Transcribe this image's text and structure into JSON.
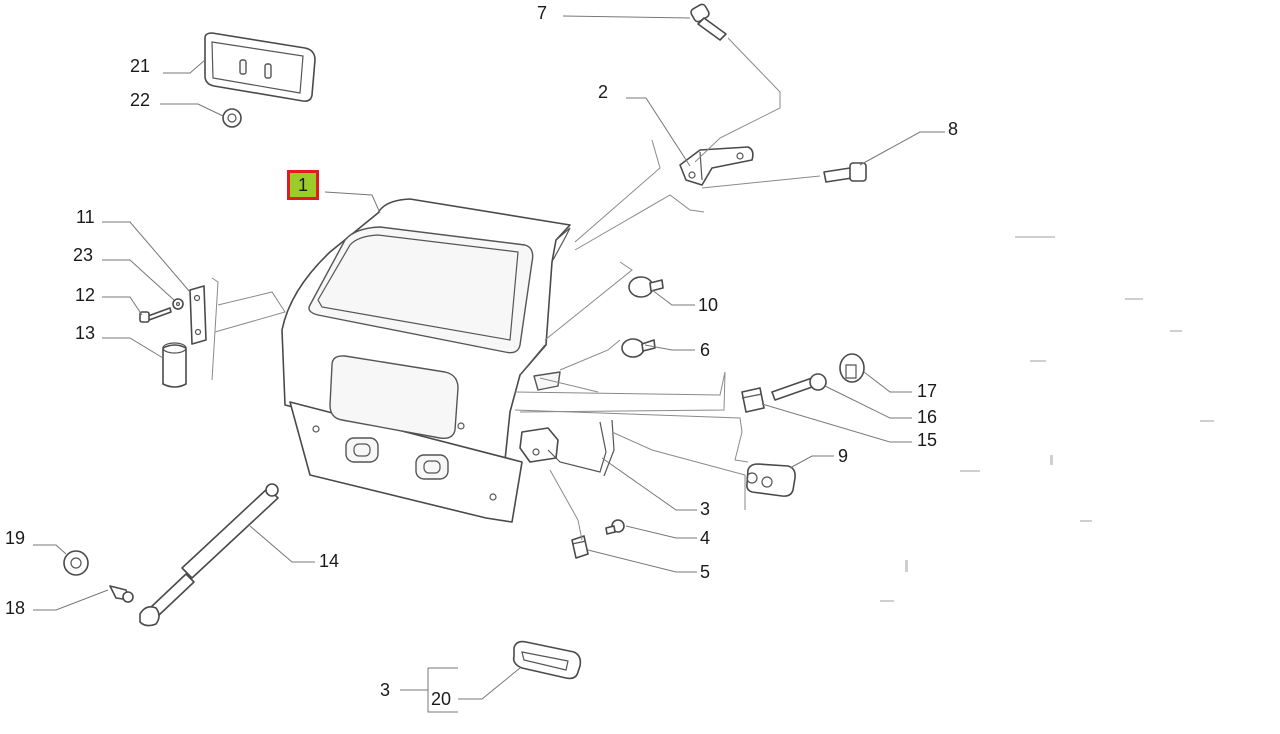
{
  "diagram": {
    "highlighted_callout": "1",
    "highlight_colors": {
      "fill": "#9ccc2a",
      "border": "#e01b24"
    },
    "callouts": [
      {
        "id": "c1",
        "text": "1"
      },
      {
        "id": "c2",
        "text": "2"
      },
      {
        "id": "c3a",
        "text": "3"
      },
      {
        "id": "c3b",
        "text": "3"
      },
      {
        "id": "c4",
        "text": "4"
      },
      {
        "id": "c5",
        "text": "5"
      },
      {
        "id": "c6",
        "text": "6"
      },
      {
        "id": "c7",
        "text": "7"
      },
      {
        "id": "c8",
        "text": "8"
      },
      {
        "id": "c9",
        "text": "9"
      },
      {
        "id": "c10",
        "text": "10"
      },
      {
        "id": "c11",
        "text": "11"
      },
      {
        "id": "c12",
        "text": "12"
      },
      {
        "id": "c13",
        "text": "13"
      },
      {
        "id": "c14",
        "text": "14"
      },
      {
        "id": "c15",
        "text": "15"
      },
      {
        "id": "c16",
        "text": "16"
      },
      {
        "id": "c17",
        "text": "17"
      },
      {
        "id": "c18",
        "text": "18"
      },
      {
        "id": "c19",
        "text": "19"
      },
      {
        "id": "c20",
        "text": "20"
      },
      {
        "id": "c21",
        "text": "21"
      },
      {
        "id": "c22",
        "text": "22"
      },
      {
        "id": "c23",
        "text": "23"
      }
    ]
  }
}
